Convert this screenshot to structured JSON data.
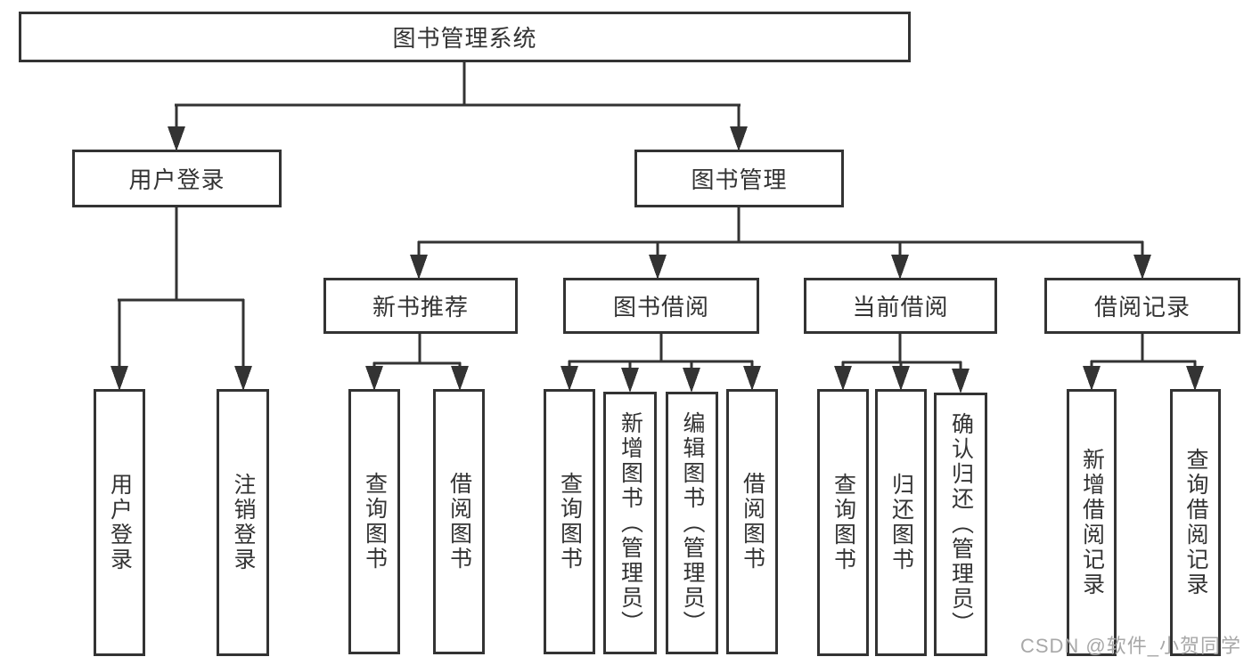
{
  "diagram_title": "图书管理系统",
  "nodes": {
    "root": "图书管理系统",
    "user_login": "用户登录",
    "book_management": "图书管理",
    "new_book_recommend": "新书推荐",
    "book_borrow": "图书借阅",
    "current_borrow": "当前借阅",
    "borrow_records": "借阅记录",
    "user_login_action": "用户登录",
    "logout_action": "注销登录",
    "nbr_query_book": "查询图书",
    "nbr_borrow_book": "借阅图书",
    "bb_query_book": "查询图书",
    "bb_add_book": "新增图书（管理员）",
    "bb_edit_book": "编辑图书（管理员）",
    "bb_borrow_book": "借阅图书",
    "cb_query_book": "查询图书",
    "cb_return_book": "归还图书",
    "cb_confirm_return": "确认归还（管理员）",
    "br_add_record": "新增借阅记录",
    "br_query_record": "查询借阅记录"
  },
  "hierarchy": {
    "root": "root",
    "children": [
      {
        "id": "user_login",
        "children": [
          "user_login_action",
          "logout_action"
        ]
      },
      {
        "id": "book_management",
        "children": [
          {
            "id": "new_book_recommend",
            "children": [
              "nbr_query_book",
              "nbr_borrow_book"
            ]
          },
          {
            "id": "book_borrow",
            "children": [
              "bb_query_book",
              "bb_add_book",
              "bb_edit_book",
              "bb_borrow_book"
            ]
          },
          {
            "id": "current_borrow",
            "children": [
              "cb_query_book",
              "cb_return_book",
              "cb_confirm_return"
            ]
          },
          {
            "id": "borrow_records",
            "children": [
              "br_add_record",
              "br_query_record"
            ]
          }
        ]
      }
    ]
  },
  "watermark": {
    "text": "CSDN @软件_小贺同学"
  },
  "colors": {
    "line": "#333333",
    "box_border": "#333333",
    "text": "#333333",
    "background": "#ffffff",
    "watermark": "#a8a8a8"
  }
}
